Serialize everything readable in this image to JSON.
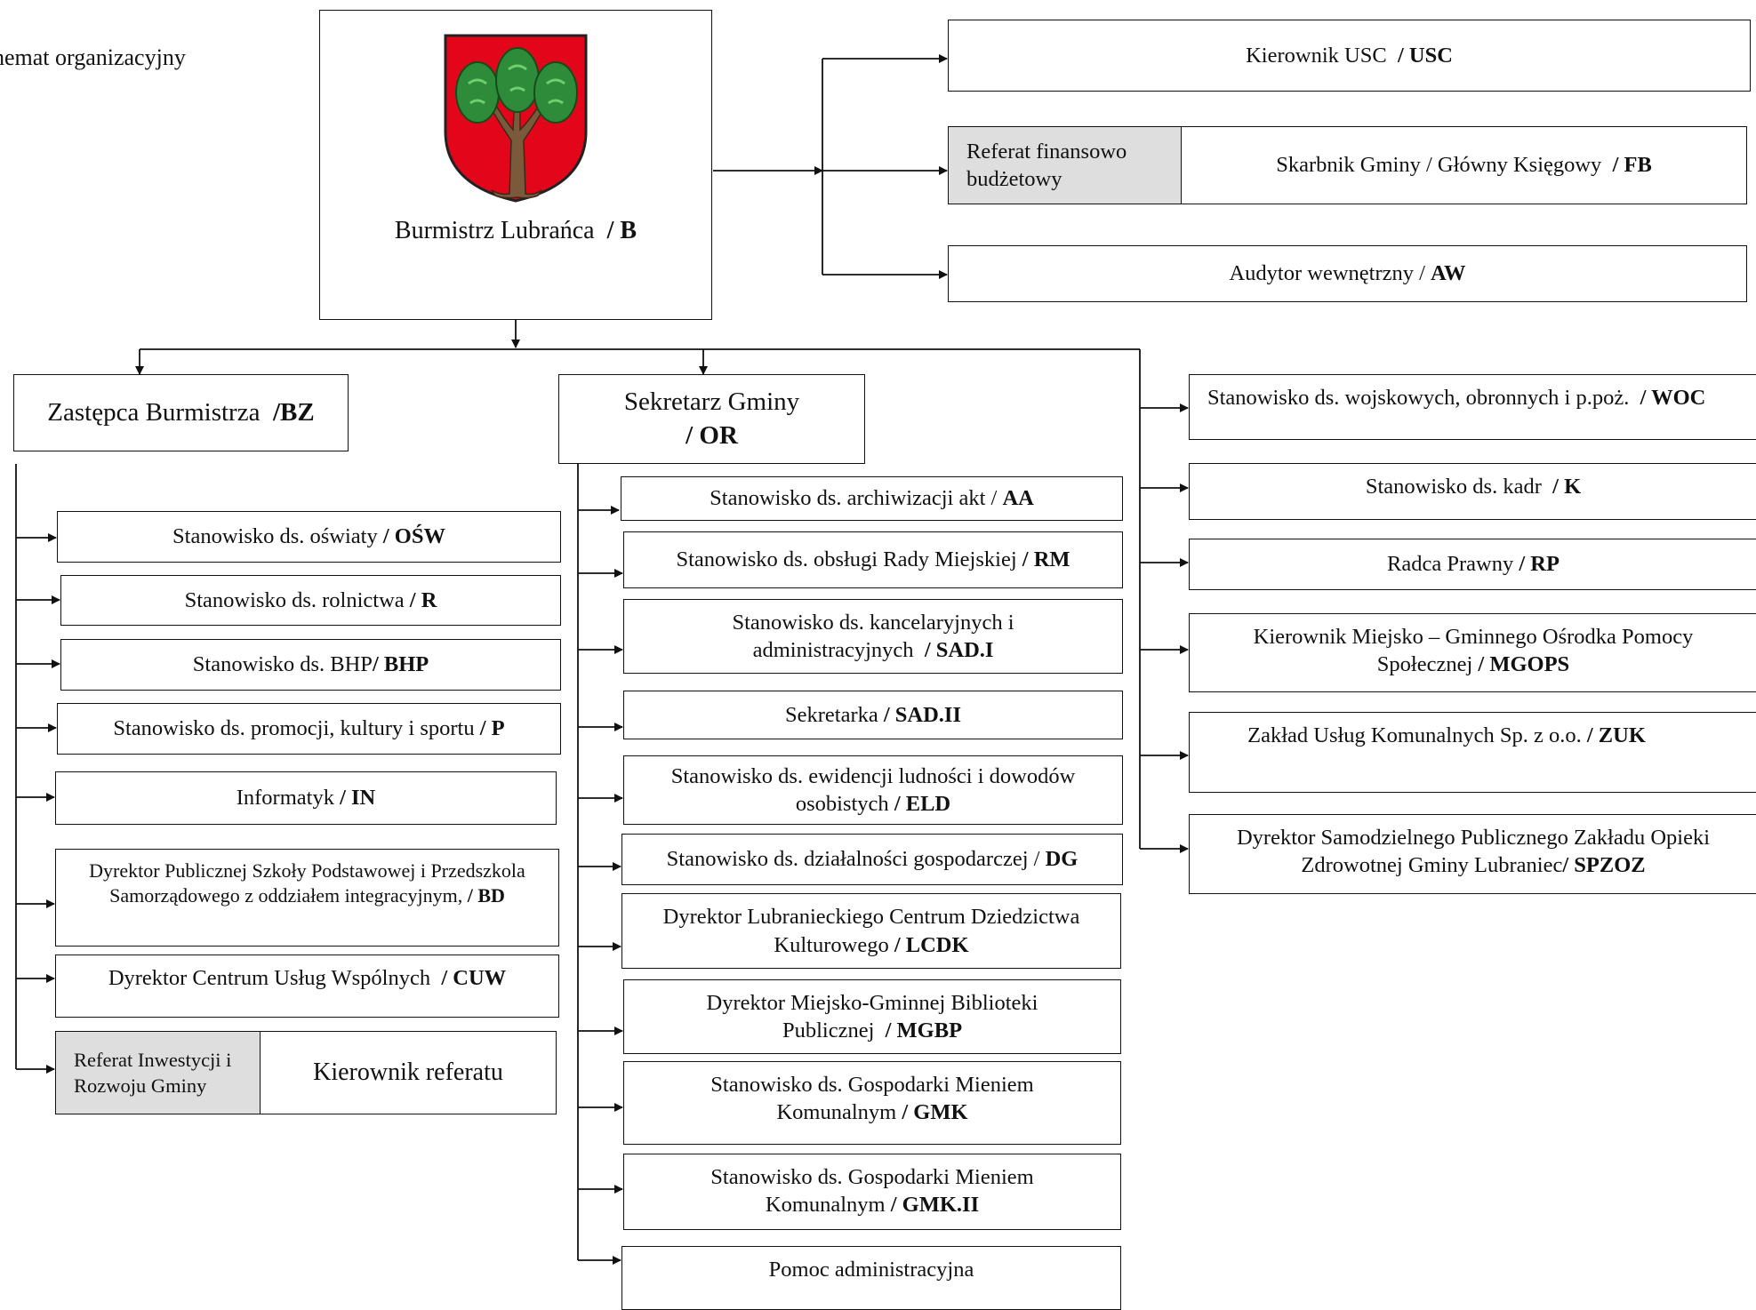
{
  "page_title": "hemat organizacyjny",
  "colors": {
    "shield_red": "#e3061b",
    "tree_green": "#2e8b3a",
    "trunk_brown": "#7a5a3a",
    "label_gray": "#dedede"
  },
  "mayor": {
    "name": "Burmistrz Lubrańca",
    "code": "/ B"
  },
  "top_right": {
    "usc": {
      "name": "Kierownik USC",
      "code": "/ USC"
    },
    "fb": {
      "unit": "Referat finansowo budżetowy",
      "name": "Skarbnik Gminy / Główny Księgowy",
      "code": "/ FB"
    },
    "aw": {
      "name": "Audytor wewnętrzny /",
      "code": "AW"
    }
  },
  "deputy": {
    "name": "Zastępca Burmistrza",
    "code": "/BZ"
  },
  "secretary": {
    "name": "Sekretarz Gminy",
    "code": "/ OR"
  },
  "deputy_units": [
    {
      "name": "Stanowisko ds. oświaty",
      "code": "/ OŚW"
    },
    {
      "name": "Stanowisko ds.  rolnictwa",
      "code": "/ R"
    },
    {
      "name": "Stanowisko ds. BHP",
      "code": "/ BHP"
    },
    {
      "name": "Stanowisko ds. promocji, kultury i sportu",
      "code": "/ P"
    },
    {
      "name": "Informatyk",
      "code": "/ IN"
    },
    {
      "name": "Dyrektor Publicznej Szkoły Podstawowej i Przedszkola Samorządowego z oddziałem integracyjnym,",
      "code": "/ BD"
    },
    {
      "name": "Dyrektor Centrum Usług Wspólnych",
      "code": "/ CUW"
    }
  ],
  "investment_unit": {
    "unit": "Referat Inwestycji i Rozwoju Gminy",
    "name": "Kierownik referatu"
  },
  "secretary_units": [
    {
      "name": "Stanowisko ds. archiwizacji akt  /",
      "code": "AA"
    },
    {
      "name": "Stanowisko ds. obsługi Rady Miejskiej",
      "code": "/ RM"
    },
    {
      "name": "Stanowisko ds. kancelaryjnych i administracyjnych",
      "code": "/ SAD.I"
    },
    {
      "name": "Sekretarka",
      "code": "/ SAD.II"
    },
    {
      "name": "Stanowisko ds. ewidencji ludności i dowodów osobistych",
      "code": "/ ELD"
    },
    {
      "name": "Stanowisko ds. działalności gospodarczej /",
      "code": "DG"
    },
    {
      "name": "Dyrektor Lubranieckiego Centrum Dziedzictwa Kulturowego",
      "code": "/ LCDK"
    },
    {
      "name": "Dyrektor Miejsko-Gminnej Biblioteki Publicznej",
      "code": "/ MGBP"
    },
    {
      "name": "Stanowisko ds. Gospodarki Mieniem Komunalnym",
      "code": "/ GMK"
    },
    {
      "name": "Stanowisko ds. Gospodarki Mieniem Komunalnym",
      "code": "/ GMK.II"
    },
    {
      "name": "Pomoc administracyjna",
      "code": ""
    }
  ],
  "right_units": [
    {
      "name": "Stanowisko ds. wojskowych, obronnych i p.poż.",
      "code": "/ WOC"
    },
    {
      "name": "Stanowisko ds. kadr",
      "code": "/ K"
    },
    {
      "name": "Radca Prawny",
      "code": "/ RP"
    },
    {
      "name": "Kierownik Miejsko – Gminnego Ośrodka Pomocy Społecznej",
      "code": "/ MGOPS"
    },
    {
      "name": "Zakład Usług Komunalnych Sp. z o.o.",
      "code": "/ ZUK"
    },
    {
      "name": "Dyrektor Samodzielnego Publicznego Zakładu Opieki Zdrowotnej Gminy Lubraniec",
      "code": "/ SPZOZ"
    }
  ]
}
